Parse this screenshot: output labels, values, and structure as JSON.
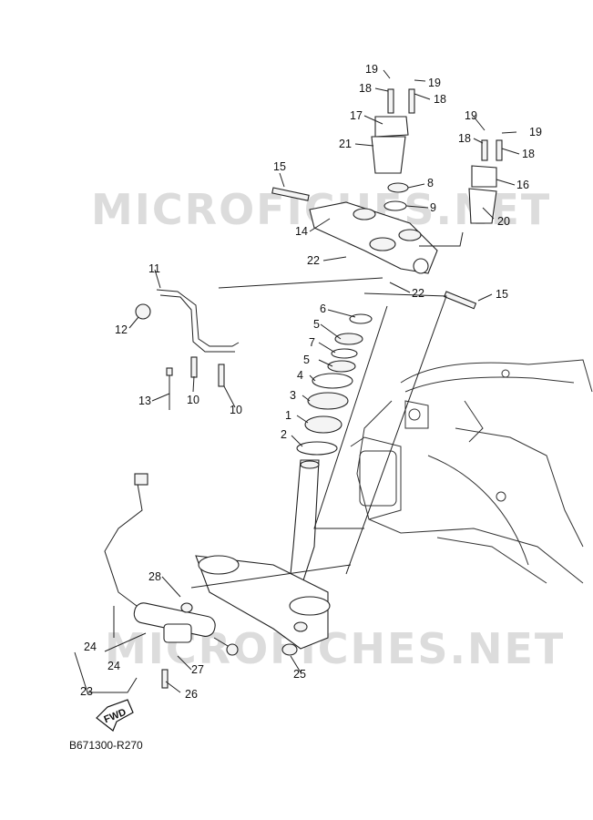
{
  "diagram": {
    "watermarks": [
      "MICROFICHES.NET",
      "MICROFICHES.NET"
    ],
    "drawing_code": "B671300-R270",
    "fwd_label": "FWD",
    "callouts": [
      {
        "id": "c19a",
        "text": "19"
      },
      {
        "id": "c19b",
        "text": "19"
      },
      {
        "id": "c18a",
        "text": "18"
      },
      {
        "id": "c18b",
        "text": "18"
      },
      {
        "id": "c17",
        "text": "17"
      },
      {
        "id": "c21",
        "text": "21"
      },
      {
        "id": "c19c",
        "text": "19"
      },
      {
        "id": "c19d",
        "text": "19"
      },
      {
        "id": "c18c",
        "text": "18"
      },
      {
        "id": "c18d",
        "text": "18"
      },
      {
        "id": "c16",
        "text": "16"
      },
      {
        "id": "c20",
        "text": "20"
      },
      {
        "id": "c15a",
        "text": "15"
      },
      {
        "id": "c8",
        "text": "8"
      },
      {
        "id": "c9",
        "text": "9"
      },
      {
        "id": "c14",
        "text": "14"
      },
      {
        "id": "c22a",
        "text": "22"
      },
      {
        "id": "c22b",
        "text": "22"
      },
      {
        "id": "c15b",
        "text": "15"
      },
      {
        "id": "c11",
        "text": "11"
      },
      {
        "id": "c12",
        "text": "12"
      },
      {
        "id": "c6",
        "text": "6"
      },
      {
        "id": "c5a",
        "text": "5"
      },
      {
        "id": "c7",
        "text": "7"
      },
      {
        "id": "c5b",
        "text": "5"
      },
      {
        "id": "c4",
        "text": "4"
      },
      {
        "id": "c3",
        "text": "3"
      },
      {
        "id": "c1",
        "text": "1"
      },
      {
        "id": "c2",
        "text": "2"
      },
      {
        "id": "c13",
        "text": "13"
      },
      {
        "id": "c10a",
        "text": "10"
      },
      {
        "id": "c10b",
        "text": "10"
      },
      {
        "id": "c28",
        "text": "28"
      },
      {
        "id": "c24a",
        "text": "24"
      },
      {
        "id": "c24b",
        "text": "24"
      },
      {
        "id": "c23",
        "text": "23"
      },
      {
        "id": "c27",
        "text": "27"
      },
      {
        "id": "c26",
        "text": "26"
      },
      {
        "id": "c25",
        "text": "25"
      }
    ]
  }
}
